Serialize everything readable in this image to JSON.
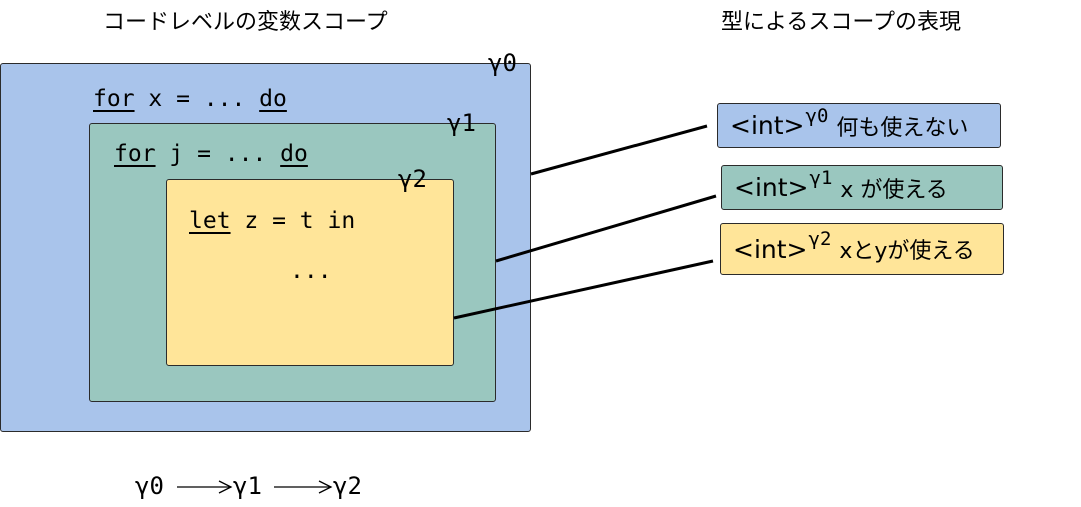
{
  "headings": {
    "left": "コードレベルの変数スコープ",
    "right": "型によるスコープの表現"
  },
  "colors": {
    "outer": "#A9C4EB",
    "middle": "#9AC7BF",
    "inner": "#FFE599",
    "border": "#2b2b2b"
  },
  "scopes": {
    "outer": {
      "gamma": "γ0",
      "kw1": "for",
      "mid": " x = ... ",
      "kw2": "do"
    },
    "middle": {
      "gamma": "γ1",
      "kw1": "for",
      "mid": " j = ... ",
      "kw2": "do"
    },
    "inner": {
      "gamma": "γ2",
      "kw1": "let",
      "mid": " z = t in",
      "ellipsis": "..."
    }
  },
  "labels": [
    {
      "type": "<int>",
      "sup": "γ0",
      "desc": "何も使えない"
    },
    {
      "type": "<int>",
      "sup": "γ1",
      "desc": "x が使える"
    },
    {
      "type": "<int>",
      "sup": "γ2",
      "desc": "xとyが使える"
    }
  ],
  "chain": {
    "nodes": [
      "γ0",
      "γ1",
      "γ2"
    ]
  }
}
